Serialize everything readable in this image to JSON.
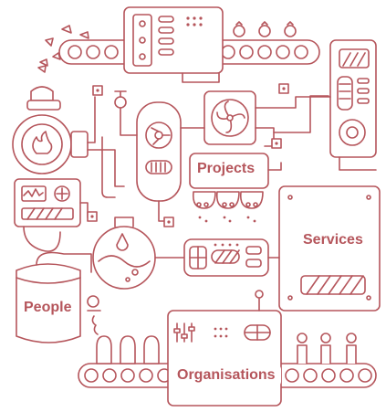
{
  "labels": {
    "projects": "Projects",
    "services": "Services",
    "people": "People",
    "organisations": "Organisations"
  },
  "colors": {
    "stroke": "#b5555b",
    "background": "#ffffff"
  }
}
